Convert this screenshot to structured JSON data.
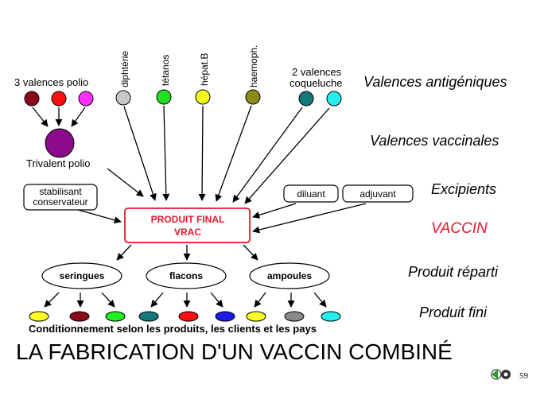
{
  "diagram": {
    "title": "LA FABRICATION D'UN VACCIN COMBINÉ",
    "page_number": "59",
    "top_labels": {
      "polio": "3 valences polio",
      "diphterie": "diphtérie",
      "tetanos": "tétanos",
      "hepat": "hépat.B",
      "haemoph": "haemoph.",
      "coqueluche_1": "2 valences",
      "coqueluche_2": "coqueluche",
      "trivalent": "Trivalent polio"
    },
    "boxes": {
      "stabilisant_1": "stabilisant",
      "stabilisant_2": "conservateur",
      "diluant": "diluant",
      "adjuvant": "adjuvant",
      "produit_1": "PRODUIT  FINAL",
      "produit_2": "VRAC"
    },
    "containers": {
      "seringues": "seringues",
      "flacons": "flacons",
      "ampoules": "ampoules"
    },
    "stages": {
      "valences_antigeniques": "Valences antigéniques",
      "valences_vaccinales": "Valences vaccinales",
      "excipients": "Excipients",
      "vaccin": "VACCIN",
      "produit_reparti": "Produit réparti",
      "produit_fini": "Produit fini"
    },
    "conditionnement": "Conditionnement selon les produits, les clients et les pays",
    "colors": {
      "vaccin_red": "#e8192c",
      "polio_1": "#8b0a1a",
      "polio_2": "#ff1010",
      "polio_3": "#ff30ff",
      "trivalent": "#8b0b8b",
      "diphterie": "#c8c8c8",
      "tetanos": "#22dd22",
      "hepat": "#f5f51e",
      "haemoph": "#8a8a1a",
      "coqueluche_1": "#127a7a",
      "coqueluche_2": "#22eeee",
      "fini": [
        "#ffff22",
        "#8b0a1a",
        "#22ee22",
        "#127a7a",
        "#ff1010",
        "#1a1aee",
        "#ffff22",
        "#8a8a8a",
        "#22eeee"
      ]
    }
  }
}
